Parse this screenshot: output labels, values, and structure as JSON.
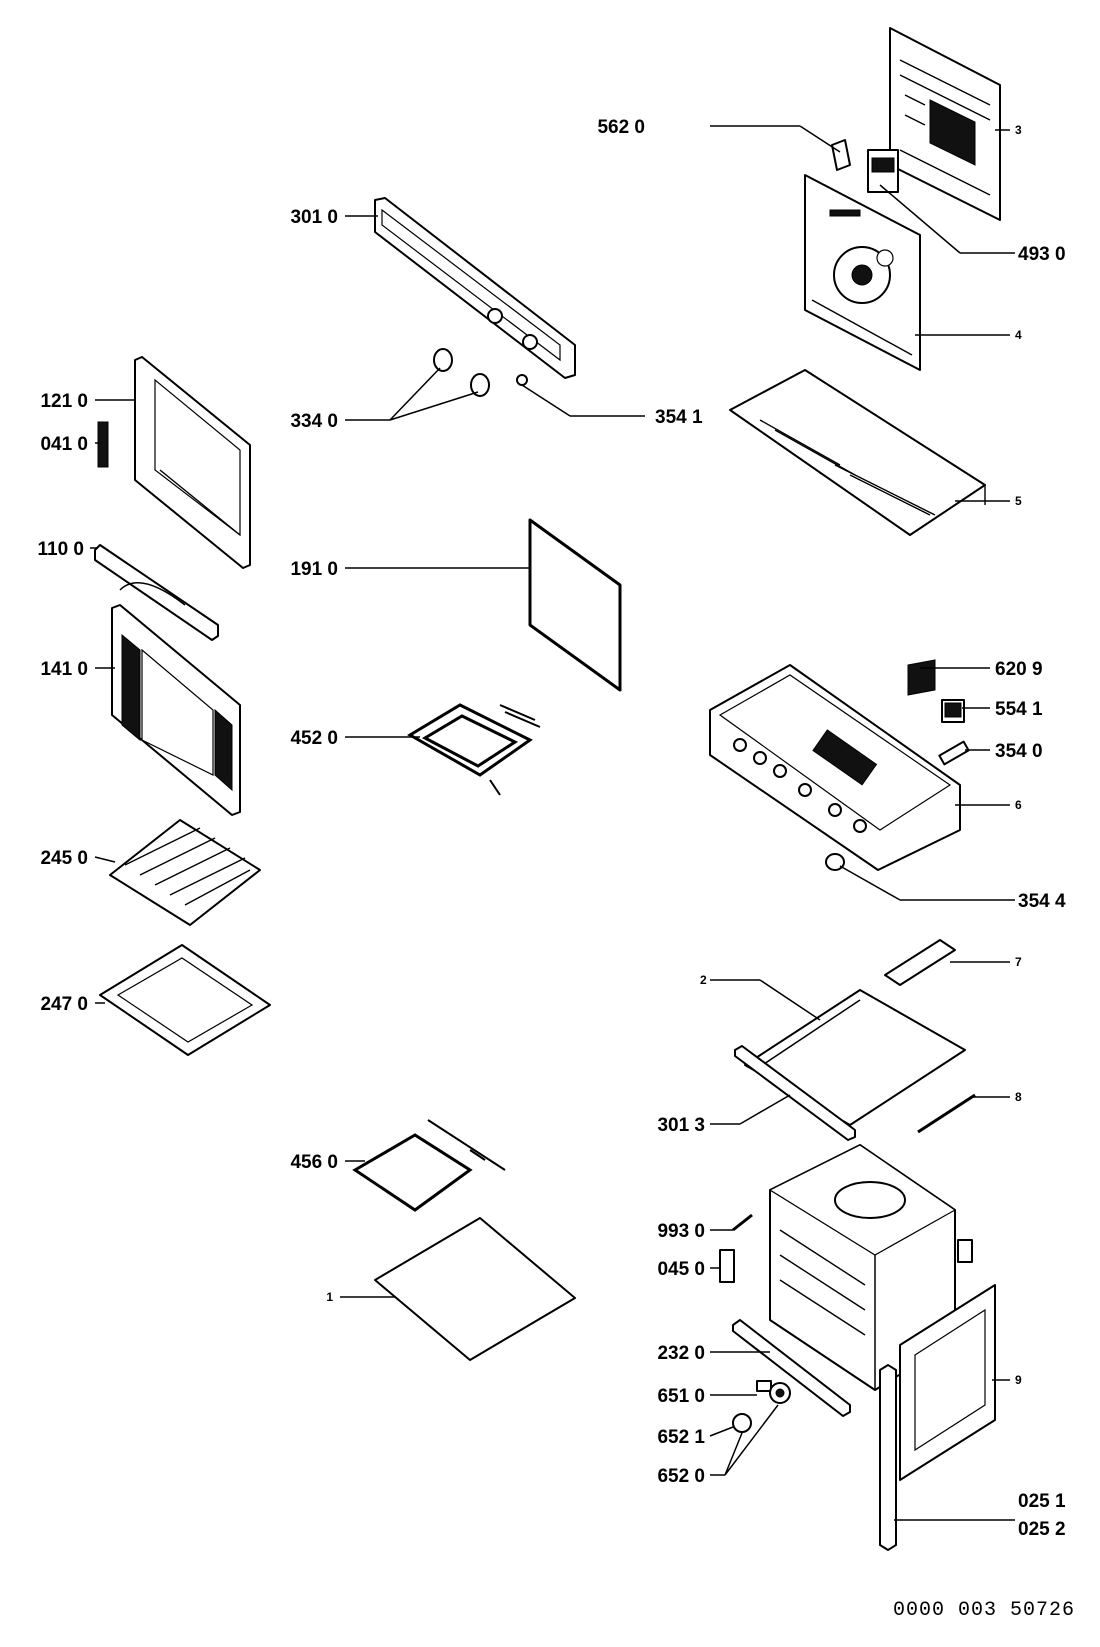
{
  "callouts": {
    "c5620": "562 0",
    "c3": "3",
    "c3010": "301 0",
    "c4930": "493 0",
    "c4": "4",
    "c1210": "121 0",
    "c0410": "041 0",
    "c3340": "334 0",
    "c3541": "354 1",
    "c5": "5",
    "c1100": "110 0",
    "c1910": "191 0",
    "c1410": "141 0",
    "c6209": "620 9",
    "c5541": "554 1",
    "c4520": "452 0",
    "c3540": "354 0",
    "c6": "6",
    "c2450": "245 0",
    "c3544": "354 4",
    "c7": "7",
    "c2": "2",
    "c2470": "247 0",
    "c8": "8",
    "c3013": "301 3",
    "c4560": "456 0",
    "c9930": "993 0",
    "c0450": "045 0",
    "c1": "1",
    "c2320": "232 0",
    "c9": "9",
    "c6510": "651 0",
    "c6521": "652 1",
    "c6520": "652 0",
    "c0251": "025 1",
    "c0252": "025 2"
  },
  "document_number": "0000 003 50726"
}
